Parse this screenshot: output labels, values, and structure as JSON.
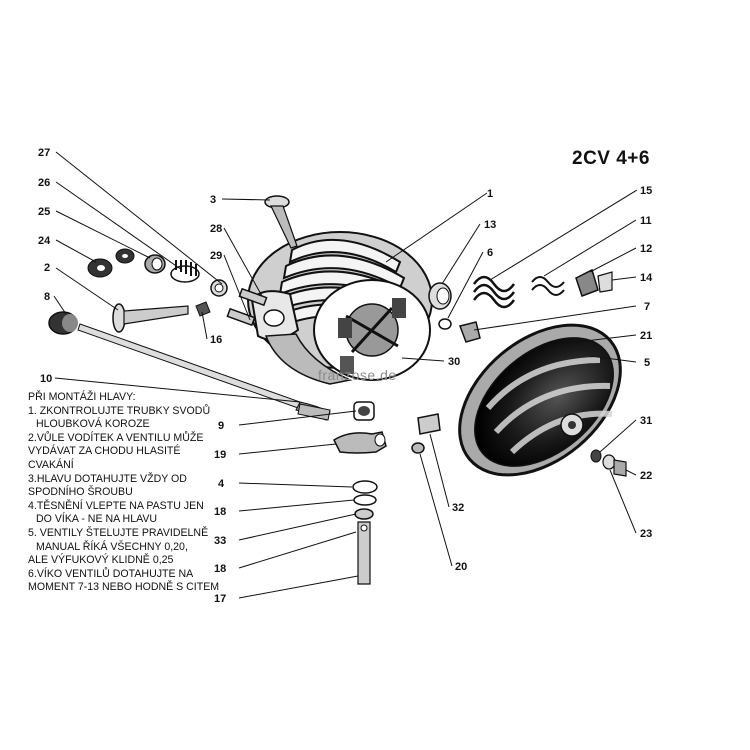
{
  "title": "2CV 4+6",
  "watermark": "franzose.de",
  "notes": {
    "heading": "PŘI MONTÁŽI HLAVY:",
    "lines": [
      "1. ZKONTROLUJTE TRUBKY SVODŮ",
      "HLOUBKOVÁ KOROZE",
      "2.VŮLE VODÍTEK A VENTILU MŮŽE",
      "VYDÁVAT ZA CHODU HLASITÉ",
      "CVAKÁNÍ",
      "3.HLAVU DOTAHUJTE VŽDY OD",
      "SPODNÍHO ŠROUBU",
      "4.TĚSNĚNÍ VLEPTE NA PASTU JEN",
      "DO VÍKA - NE NA HLAVU",
      "5. VENTILY ŠTELUJTE PRAVIDELNĚ",
      "MANUAL ŘÍKÁ VŠECHNY 0,20,",
      "ALE VÝFUKOVÝ KLIDNĚ 0,25",
      "6.VÍKO VENTILŮ DOTAHUJTE NA",
      "MOMENT  7-13 NEBO HODNĚ S CITEM"
    ]
  },
  "callouts": {
    "c1": "1",
    "c2": "2",
    "c3": "3",
    "c4": "4",
    "c5": "5",
    "c6": "6",
    "c7": "7",
    "c8": "8",
    "c9": "9",
    "c10": "10",
    "c11": "11",
    "c12": "12",
    "c13": "13",
    "c14": "14",
    "c15": "15",
    "c16": "16",
    "c17": "17",
    "c18a": "18",
    "c18b": "18",
    "c19": "19",
    "c20": "20",
    "c21": "21",
    "c22": "22",
    "c23": "23",
    "c24": "24",
    "c25": "25",
    "c26": "26",
    "c27": "27",
    "c28": "28",
    "c29": "29",
    "c30": "30",
    "c31": "31",
    "c32": "32",
    "c33": "33"
  }
}
